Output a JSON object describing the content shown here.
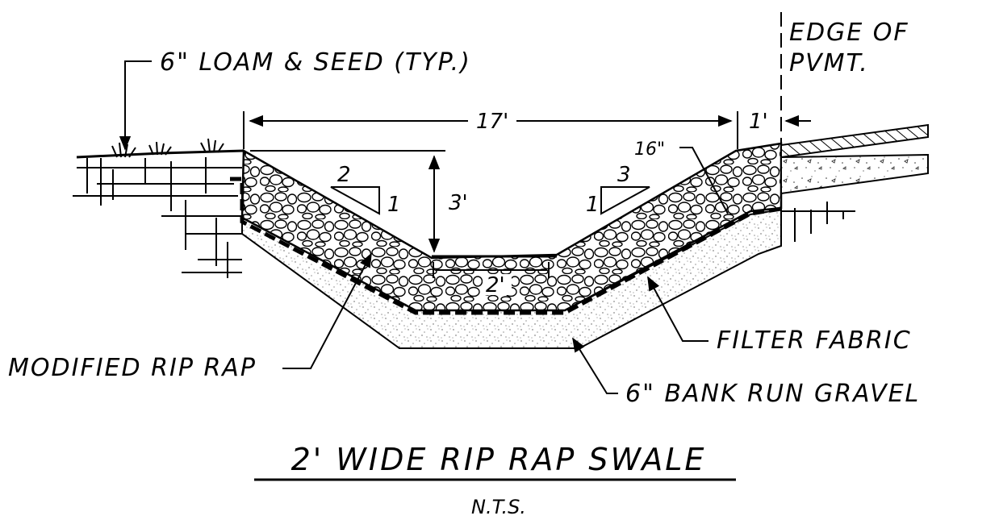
{
  "drawing": {
    "title": "2' WIDE RIP RAP SWALE",
    "scale_note": "N.T.S.",
    "labels": {
      "loam_seed": "6\" LOAM & SEED (TYP.)",
      "edge_line1": "EDGE OF",
      "edge_line2": "PVMT.",
      "modified_rip_rap": "MODIFIED RIP RAP",
      "filter_fabric": "FILTER FABRIC",
      "bank_run_gravel": "6\" BANK RUN GRAVEL"
    },
    "dimensions": {
      "top_width": "17'",
      "shoulder_width": "1'",
      "depth": "3'",
      "bottom_width": "2'",
      "riprap_thickness": "16\""
    },
    "slopes": {
      "left_run": "2",
      "left_rise": "1",
      "right_run": "3",
      "right_rise": "1"
    }
  }
}
